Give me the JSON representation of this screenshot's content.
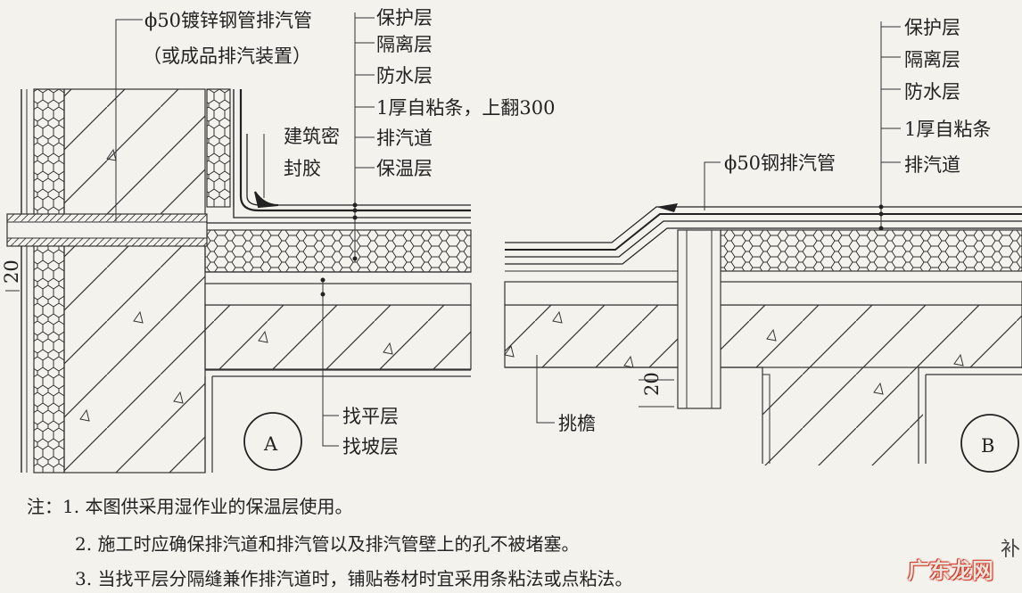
{
  "detail_a": {
    "pipe_label_1": "ϕ50镀锌钢管排汽管",
    "pipe_label_2": "（或成品排汽装置）",
    "layers": [
      "保护层",
      "隔离层",
      "防水层",
      "1厚自粘条，上翻300",
      "排汽道",
      "保温层"
    ],
    "sealant_1": "建筑密",
    "sealant_2": "封胶",
    "bottom_layers": [
      "找平层",
      "找坡层"
    ],
    "dim": "20",
    "tag": "A"
  },
  "detail_b": {
    "layers": [
      "保护层",
      "隔离层",
      "防水层",
      "1厚自粘条",
      "排汽道"
    ],
    "pipe_label": "ϕ50钢排汽管",
    "eave": "挑檐",
    "dim": "20",
    "tag": "B"
  },
  "notes": [
    "注：1. 本图供采用湿作业的保温层使用。",
    "2. 施工时应确保排汽道和排汽管以及排汽管壁上的孔不被堵塞。",
    "3. 当找平层分隔缝兼作排汽道时，铺贴卷材时宜采用条粘法或点粘法。"
  ],
  "edge_char": "补",
  "watermark": "广东龙网"
}
